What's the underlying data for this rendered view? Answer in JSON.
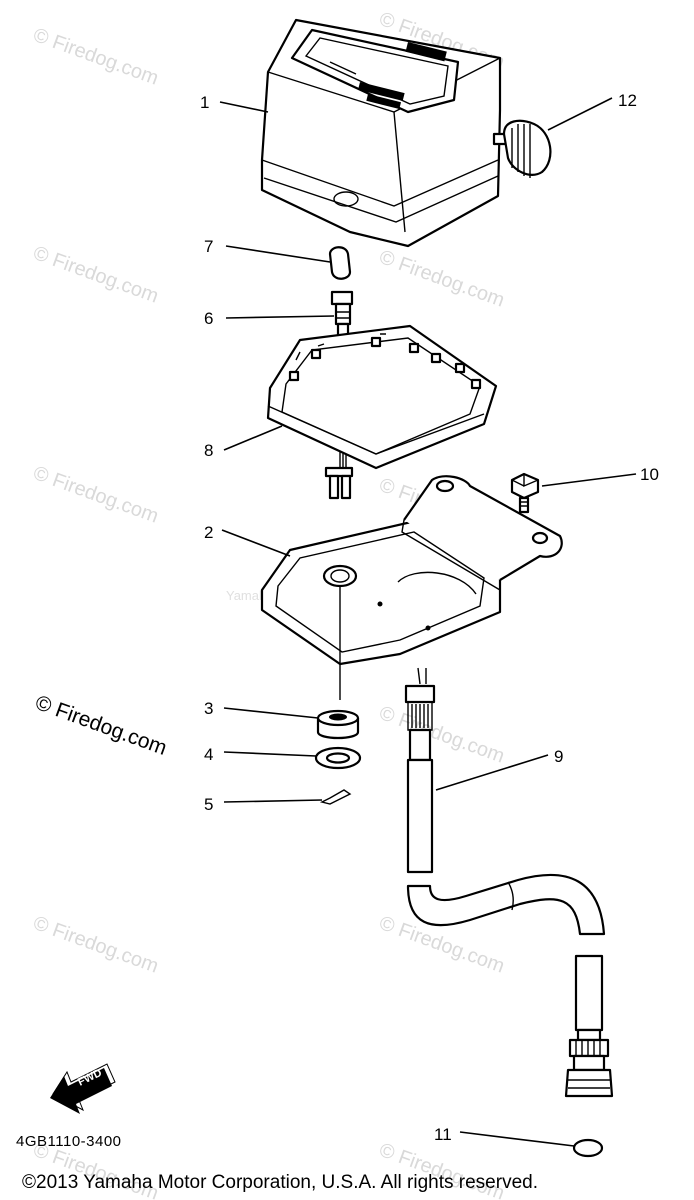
{
  "watermarks": {
    "firedog": "© Firedog.com",
    "firedog_main": "© Firedog.com",
    "yamaha": "Yamaha Motor Corp. U.S.A."
  },
  "callouts": {
    "c1": "1",
    "c2": "2",
    "c3": "3",
    "c4": "4",
    "c5": "5",
    "c6": "6",
    "c7": "7",
    "c8": "8",
    "c9": "9",
    "c10": "10",
    "c11": "11",
    "c12": "12"
  },
  "fwd_label": "FWD",
  "diagram_code": "4GB1110-3400",
  "copyright": "©2013 Yamaha Motor Corporation, U.S.A. All rights reserved."
}
